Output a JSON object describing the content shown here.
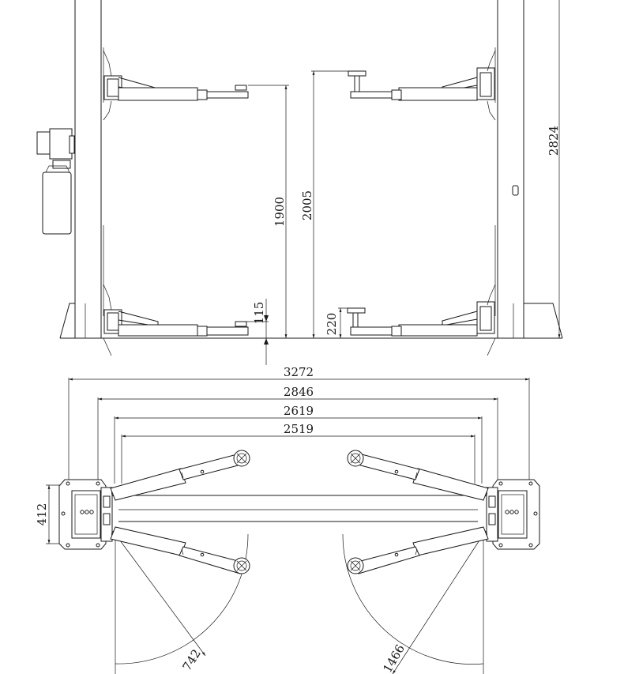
{
  "drawing": {
    "elevation_view": {
      "dimensions": {
        "post_height": "2824",
        "low_pad_height": "115",
        "min_pad_height": "220",
        "lift_height_1": "1900",
        "lift_height_2": "2005"
      }
    },
    "plan_view": {
      "dimensions": {
        "overall_width": "3272",
        "between_columns": "2846",
        "drive_through": "2619",
        "inner_width": "2519",
        "base_depth": "412",
        "arm_reach_short": "742",
        "arm_reach_long": "1466"
      }
    }
  }
}
